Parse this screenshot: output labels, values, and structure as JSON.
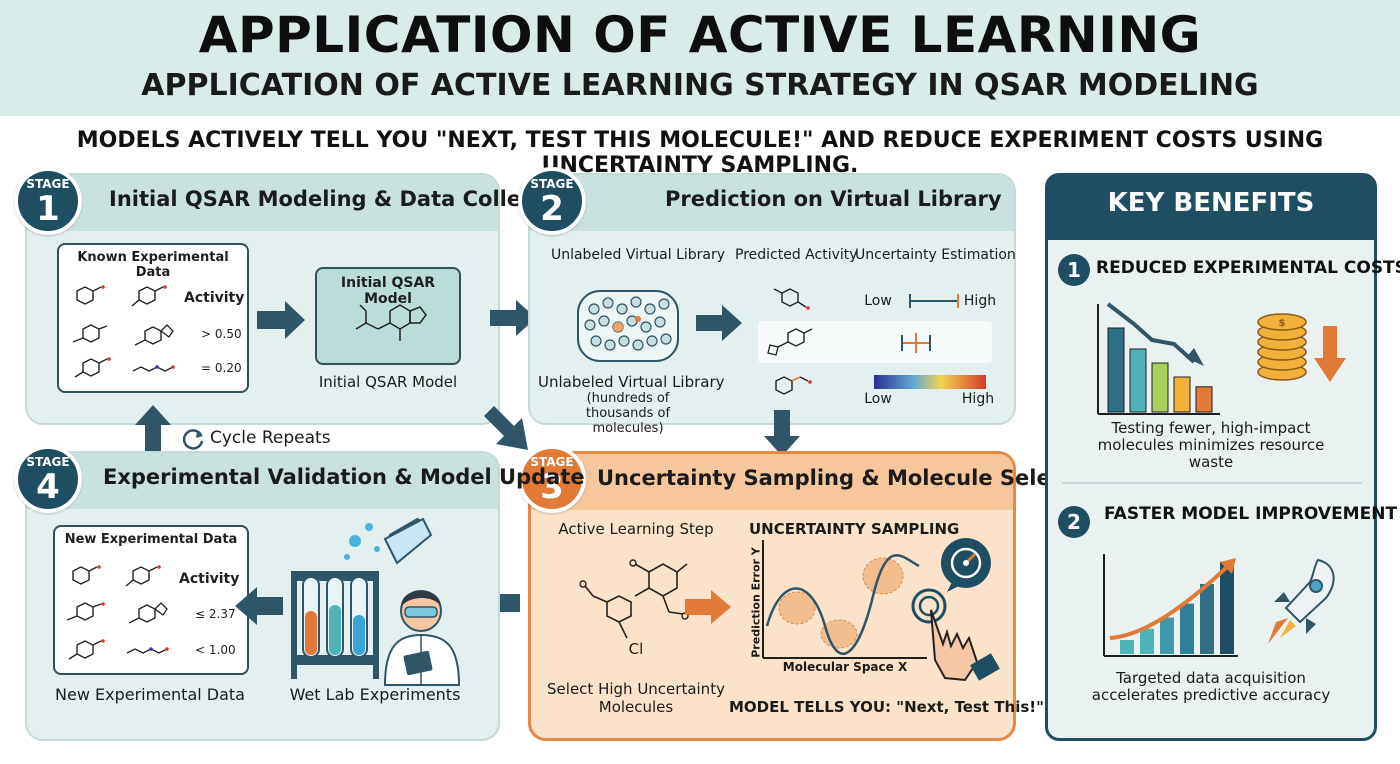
{
  "header": {
    "title": "APPLICATION OF ACTIVE LEARNING",
    "subtitle": "APPLICATION OF ACTIVE LEARNING STRATEGY IN QSAR MODELING",
    "tagline": "MODELS ACTIVELY TELL YOU \"NEXT, TEST THIS MOLECULE!\" AND REDUCE EXPERIMENT COSTS USING UNCERTAINTY SAMPLING."
  },
  "stage_word": "STAGE",
  "stages": [
    {
      "number": "1",
      "title": "Initial QSAR Modeling & Data Collection",
      "table_title": "Known Experimental Data",
      "activity_header": "Activity",
      "values": [
        "> 0.50",
        "= 0.20"
      ],
      "model_box_label": "Initial QSAR Model",
      "model_caption": "Initial QSAR Model"
    },
    {
      "number": "2",
      "title": "Prediction on Virtual Library",
      "library_header": "Unlabeled Virtual Library",
      "predicted_header": "Predicted Activity",
      "uncertainty_header": "Uncertainty Estimation",
      "low_label": "Low",
      "high_label": "High",
      "low_label_2": "Low",
      "high_label_2": "High",
      "library_caption": "Unlabeled Virtual Library",
      "library_note": "(hundreds of thousands of molecules)"
    },
    {
      "number": "3",
      "title": "Uncertainty Sampling & Molecule Selection",
      "step_label": "Active Learning Step",
      "sampling_label": "UNCERTAINTY SAMPLING",
      "y_axis": "Prediction Error Y",
      "x_axis": "Molecular Space X",
      "atom_label": "Cl",
      "select_caption": "Select High Uncertainty Molecules",
      "model_tells": "MODEL TELLS YOU: \"Next, Test This!\""
    },
    {
      "number": "4",
      "title": "Experimental Validation & Model Update",
      "table_title": "New Experimental Data",
      "activity_header": "Activity",
      "values": [
        "≤ 2.37",
        "< 1.00"
      ],
      "table_caption": "New Experimental Data",
      "lab_caption": "Wet Lab Experiments"
    }
  ],
  "cycle_label": "Cycle Repeats",
  "benefits": {
    "title": "KEY BENEFITS",
    "items": [
      {
        "number": "1",
        "heading": "REDUCED EXPERIMENTAL COSTS",
        "text": "Testing fewer, high-impact molecules minimizes resource waste",
        "bar_values": [
          0.6,
          0.45,
          0.35,
          0.25,
          0.18
        ]
      },
      {
        "number": "2",
        "heading": "FASTER MODEL IMPROVEMENT",
        "text": "Targeted data acquisition accelerates predictive accuracy",
        "bar_values": [
          0.1,
          0.18,
          0.26,
          0.36,
          0.5,
          0.66
        ]
      }
    ]
  },
  "colors": {
    "primary": "#1f4e63",
    "accent_orange": "#e07a36",
    "teal_panel": "#e4f0ef",
    "orange_panel": "#fbe2cb",
    "title_band": "#d9ecea"
  },
  "icons": [
    "cycle-icon",
    "molecule-icon",
    "molecule-cloud-icon",
    "flask-icon",
    "test-tubes-icon",
    "scientist-icon",
    "target-gauge-icon",
    "hand-pointer-icon",
    "coins-icon",
    "rocket-icon",
    "down-arrow-icon",
    "up-trend-arrow-icon"
  ]
}
